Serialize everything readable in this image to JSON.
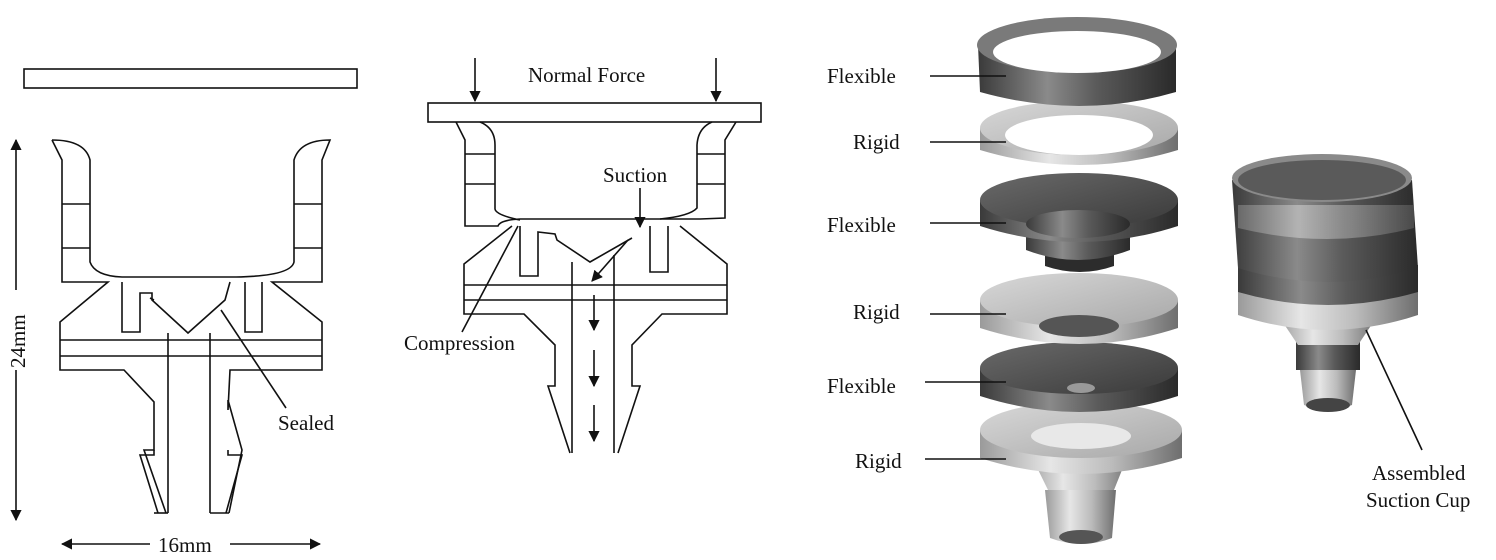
{
  "dimensions": {
    "height": "24mm",
    "width": "16mm"
  },
  "left_view": {
    "callout": "Sealed"
  },
  "middle_view": {
    "force_label": "Normal Force",
    "suction_label": "Suction",
    "compression_label": "Compression"
  },
  "exploded_view": {
    "layers": [
      "Flexible",
      "Rigid",
      "Flexible",
      "Rigid",
      "Flexible",
      "Rigid"
    ]
  },
  "assembled": {
    "label_line1": "Assembled",
    "label_line2": "Suction Cup"
  }
}
